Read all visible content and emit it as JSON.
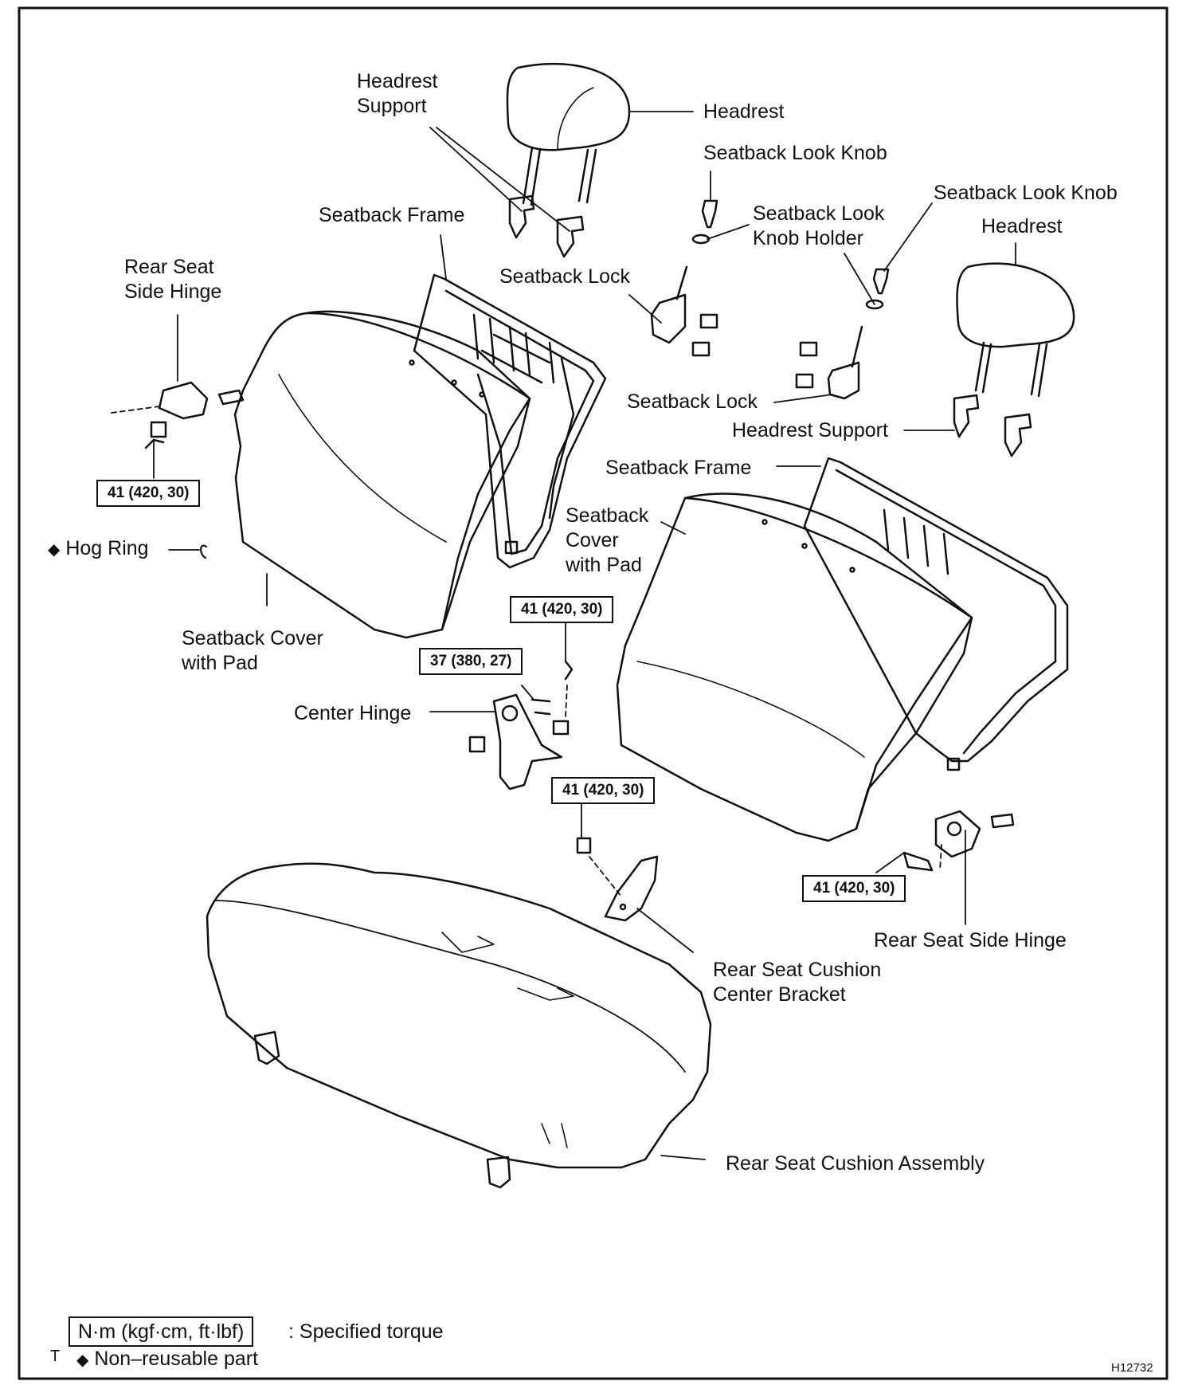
{
  "labels": {
    "headrest_support_1": "Headrest\nSupport",
    "headrest_1": "Headrest",
    "seatback_lock_knob_1": "Seatback Look Knob",
    "seatback_lock_knob_holder": "Seatback Look\nKnob Holder",
    "seatback_lock_knob_2": "Seatback Look Knob",
    "headrest_2": "Headrest",
    "seatback_frame_1": "Seatback Frame",
    "rear_seat_side_hinge_1": "Rear Seat\nSide Hinge",
    "seatback_lock_1": "Seatback Lock",
    "seatback_lock_2": "Seatback Lock",
    "headrest_support_2": "Headrest Support",
    "seatback_frame_2": "Seatback Frame",
    "seatback_cover_pad_2": "Seatback\nCover\nwith Pad",
    "hog_ring": "Hog Ring",
    "seatback_cover_pad_1": "Seatback Cover\nwith Pad",
    "center_hinge": "Center Hinge",
    "rear_seat_side_hinge_2": "Rear Seat Side Hinge",
    "cushion_center_bracket": "Rear Seat Cushion\nCenter Bracket",
    "cushion_assembly": "Rear Seat Cushion Assembly"
  },
  "torque": {
    "side_hinge_left": "41 (420, 30)",
    "center_upper": "41 (420, 30)",
    "center_hinge": "37 (380, 27)",
    "center_bracket": "41 (420, 30)",
    "side_hinge_right": "41 (420, 30)"
  },
  "legend": {
    "unit_box": "N·m (kgf·cm, ft·lbf)",
    "unit_text": ": Specified torque",
    "marker": "T",
    "diamond": "◆",
    "nonreusable": "Non–reusable part"
  },
  "figure_code": "H12732"
}
